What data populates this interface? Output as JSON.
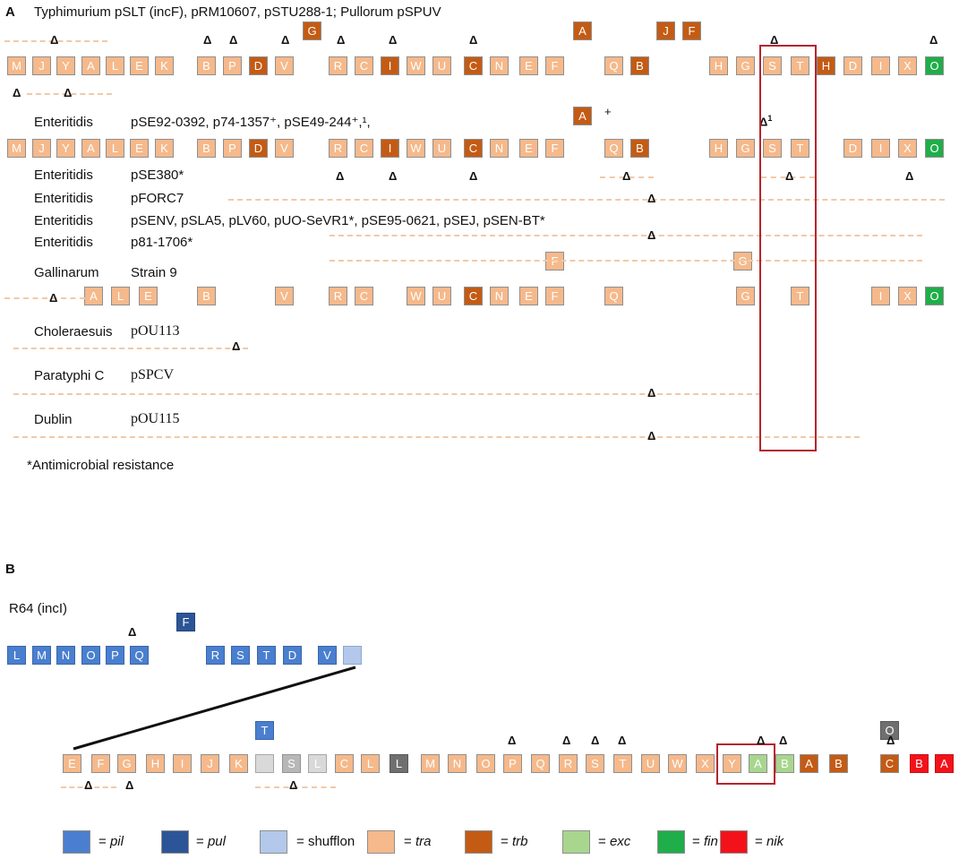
{
  "panel_a": {
    "label": "A",
    "header": "Typhimurium  pSLT (incF), pRM10607, pSTU288-1; Pullorum pSPUV",
    "rows": [
      {
        "serovar": "Enteritidis",
        "plasmids": "pSE92-0392, p74-1357⁺, pSE49-244⁺,¹,"
      },
      {
        "serovar": "Enteritidis",
        "plasmids": "pSE380*"
      },
      {
        "serovar": "Enteritidis",
        "plasmids": "pFORC7"
      },
      {
        "serovar": "Enteritidis",
        "plasmids": "pSENV, pSLA5, pLV60, pUO-SeVR1*, pSE95-0621, pSEJ, pSEN-BT*"
      },
      {
        "serovar": "Enteritidis",
        "plasmids": "p81-1706*"
      },
      {
        "serovar": "Gallinarum",
        "plasmids": "Strain 9"
      },
      {
        "serovar": "Choleraesuis",
        "plasmids": "pOU113"
      },
      {
        "serovar": "Paratyphi C",
        "plasmids": "pSPCV"
      },
      {
        "serovar": "Dublin",
        "plasmids": "pOU115"
      }
    ],
    "footnote": "*Antimicrobial resistance",
    "plus_mark": "+",
    "delta": "Δ",
    "delta_superscript": "1"
  },
  "panel_b": {
    "label": "B",
    "title": "R64 (incI)"
  },
  "legend": [
    {
      "key": "pil",
      "label": "pil",
      "italic": true,
      "color": "#4a7fcf"
    },
    {
      "key": "pul",
      "label": "pul",
      "italic": true,
      "color": "#2c5597"
    },
    {
      "key": "shufflon",
      "label": "shufflon",
      "italic": false,
      "color": "#b3c8ea"
    },
    {
      "key": "tra",
      "label": "tra",
      "italic": true,
      "color": "#f5b98b"
    },
    {
      "key": "trb",
      "label": "trb",
      "italic": true,
      "color": "#c45b14"
    },
    {
      "key": "exc",
      "label": "exc",
      "italic": true,
      "color": "#a8d68e"
    },
    {
      "key": "fin",
      "label": "fin",
      "italic": true,
      "color": "#1fae49"
    },
    {
      "key": "nik",
      "label": "nik",
      "italic": true,
      "color": "#f3121a"
    }
  ],
  "legend_eq": "=",
  "genes": {
    "typhimurium_row": [
      "M",
      "J",
      "Y",
      "A",
      "L",
      "E",
      "K",
      "B",
      "P",
      "D",
      "V",
      "G",
      "R",
      "C",
      "I",
      "W",
      "U",
      "C",
      "N",
      "E",
      "F",
      "A",
      "Q",
      "B",
      "J",
      "F",
      "H",
      "G",
      "S",
      "T",
      "H",
      "D",
      "I",
      "X",
      "O"
    ],
    "enteritidis_row": [
      "M",
      "J",
      "Y",
      "A",
      "L",
      "E",
      "K",
      "B",
      "P",
      "D",
      "V",
      "R",
      "C",
      "I",
      "W",
      "U",
      "C",
      "N",
      "E",
      "F",
      "A",
      "Q",
      "B",
      "H",
      "G",
      "S",
      "T",
      "D",
      "I",
      "X",
      "O"
    ],
    "p81_markers": [
      "F",
      "G"
    ],
    "gallinarum_row": [
      "A",
      "L",
      "E",
      "B",
      "V",
      "R",
      "C",
      "W",
      "U",
      "C",
      "N",
      "E",
      "F",
      "Q",
      "G",
      "T",
      "I",
      "X",
      "O"
    ],
    "r64_top": [
      "L",
      "M",
      "N",
      "O",
      "P",
      "Q",
      "F",
      "R",
      "S",
      "T",
      "D",
      "V",
      ""
    ],
    "r64_bottom": [
      "E",
      "F",
      "G",
      "H",
      "I",
      "J",
      "K",
      "T",
      "",
      "S",
      "L",
      "C",
      "L",
      "L",
      "M",
      "N",
      "O",
      "P",
      "Q",
      "R",
      "S",
      "T",
      "U",
      "W",
      "X",
      "Y",
      "A",
      "B",
      "A",
      "B",
      "O",
      "C",
      "B",
      "A"
    ]
  }
}
